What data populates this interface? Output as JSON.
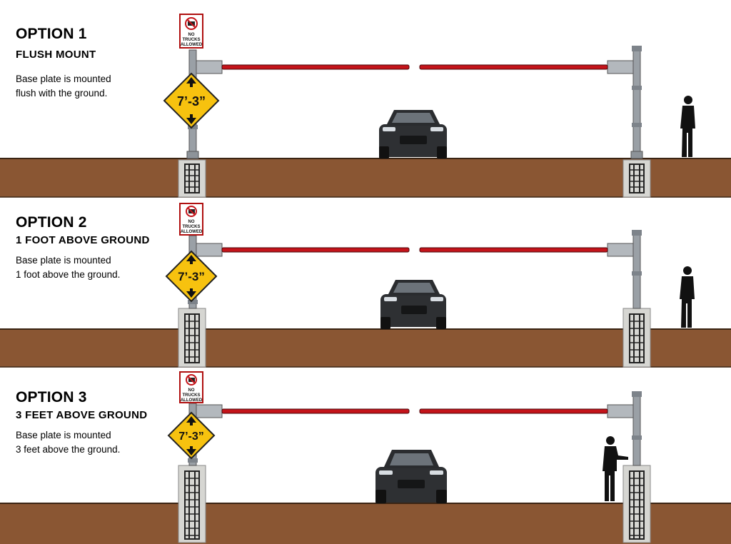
{
  "options": [
    {
      "title": "OPTION 1",
      "subtitle": "FLUSH MOUNT",
      "description_lines": [
        "Base plate is mounted",
        "flush with the ground."
      ],
      "height_sign": "7’-3”",
      "regulatory_sign": {
        "line1": "NO",
        "line2": "TRUCKS",
        "line3": "ALLOWED"
      },
      "mount": "flush"
    },
    {
      "title": "OPTION 2",
      "subtitle": "1 FOOT ABOVE GROUND",
      "description_lines": [
        "Base plate is mounted",
        "1 foot above the ground."
      ],
      "height_sign": "7’-3”",
      "regulatory_sign": {
        "line1": "NO",
        "line2": "TRUCKS",
        "line3": "ALLOWED"
      },
      "mount": "1 foot above ground"
    },
    {
      "title": "OPTION 3",
      "subtitle": "3 FEET ABOVE GROUND",
      "description_lines": [
        "Base plate is mounted",
        "3 feet above the ground."
      ],
      "height_sign": "7’-3”",
      "regulatory_sign": {
        "line1": "NO",
        "line2": "TRUCKS",
        "line3": "ALLOWED"
      },
      "mount": "3 feet above ground"
    }
  ],
  "colors": {
    "ground": "#8a5633",
    "ground_dark": "#6e4226",
    "sign_yellow": "#f7c20f",
    "bar_red": "#c4141a",
    "post_gray": "#9aa0a6",
    "concrete": "#d6d6d2"
  },
  "icons": [
    "no-trucks-sign-icon",
    "height-warning-sign-icon",
    "car-icon",
    "person-silhouette-icon"
  ]
}
